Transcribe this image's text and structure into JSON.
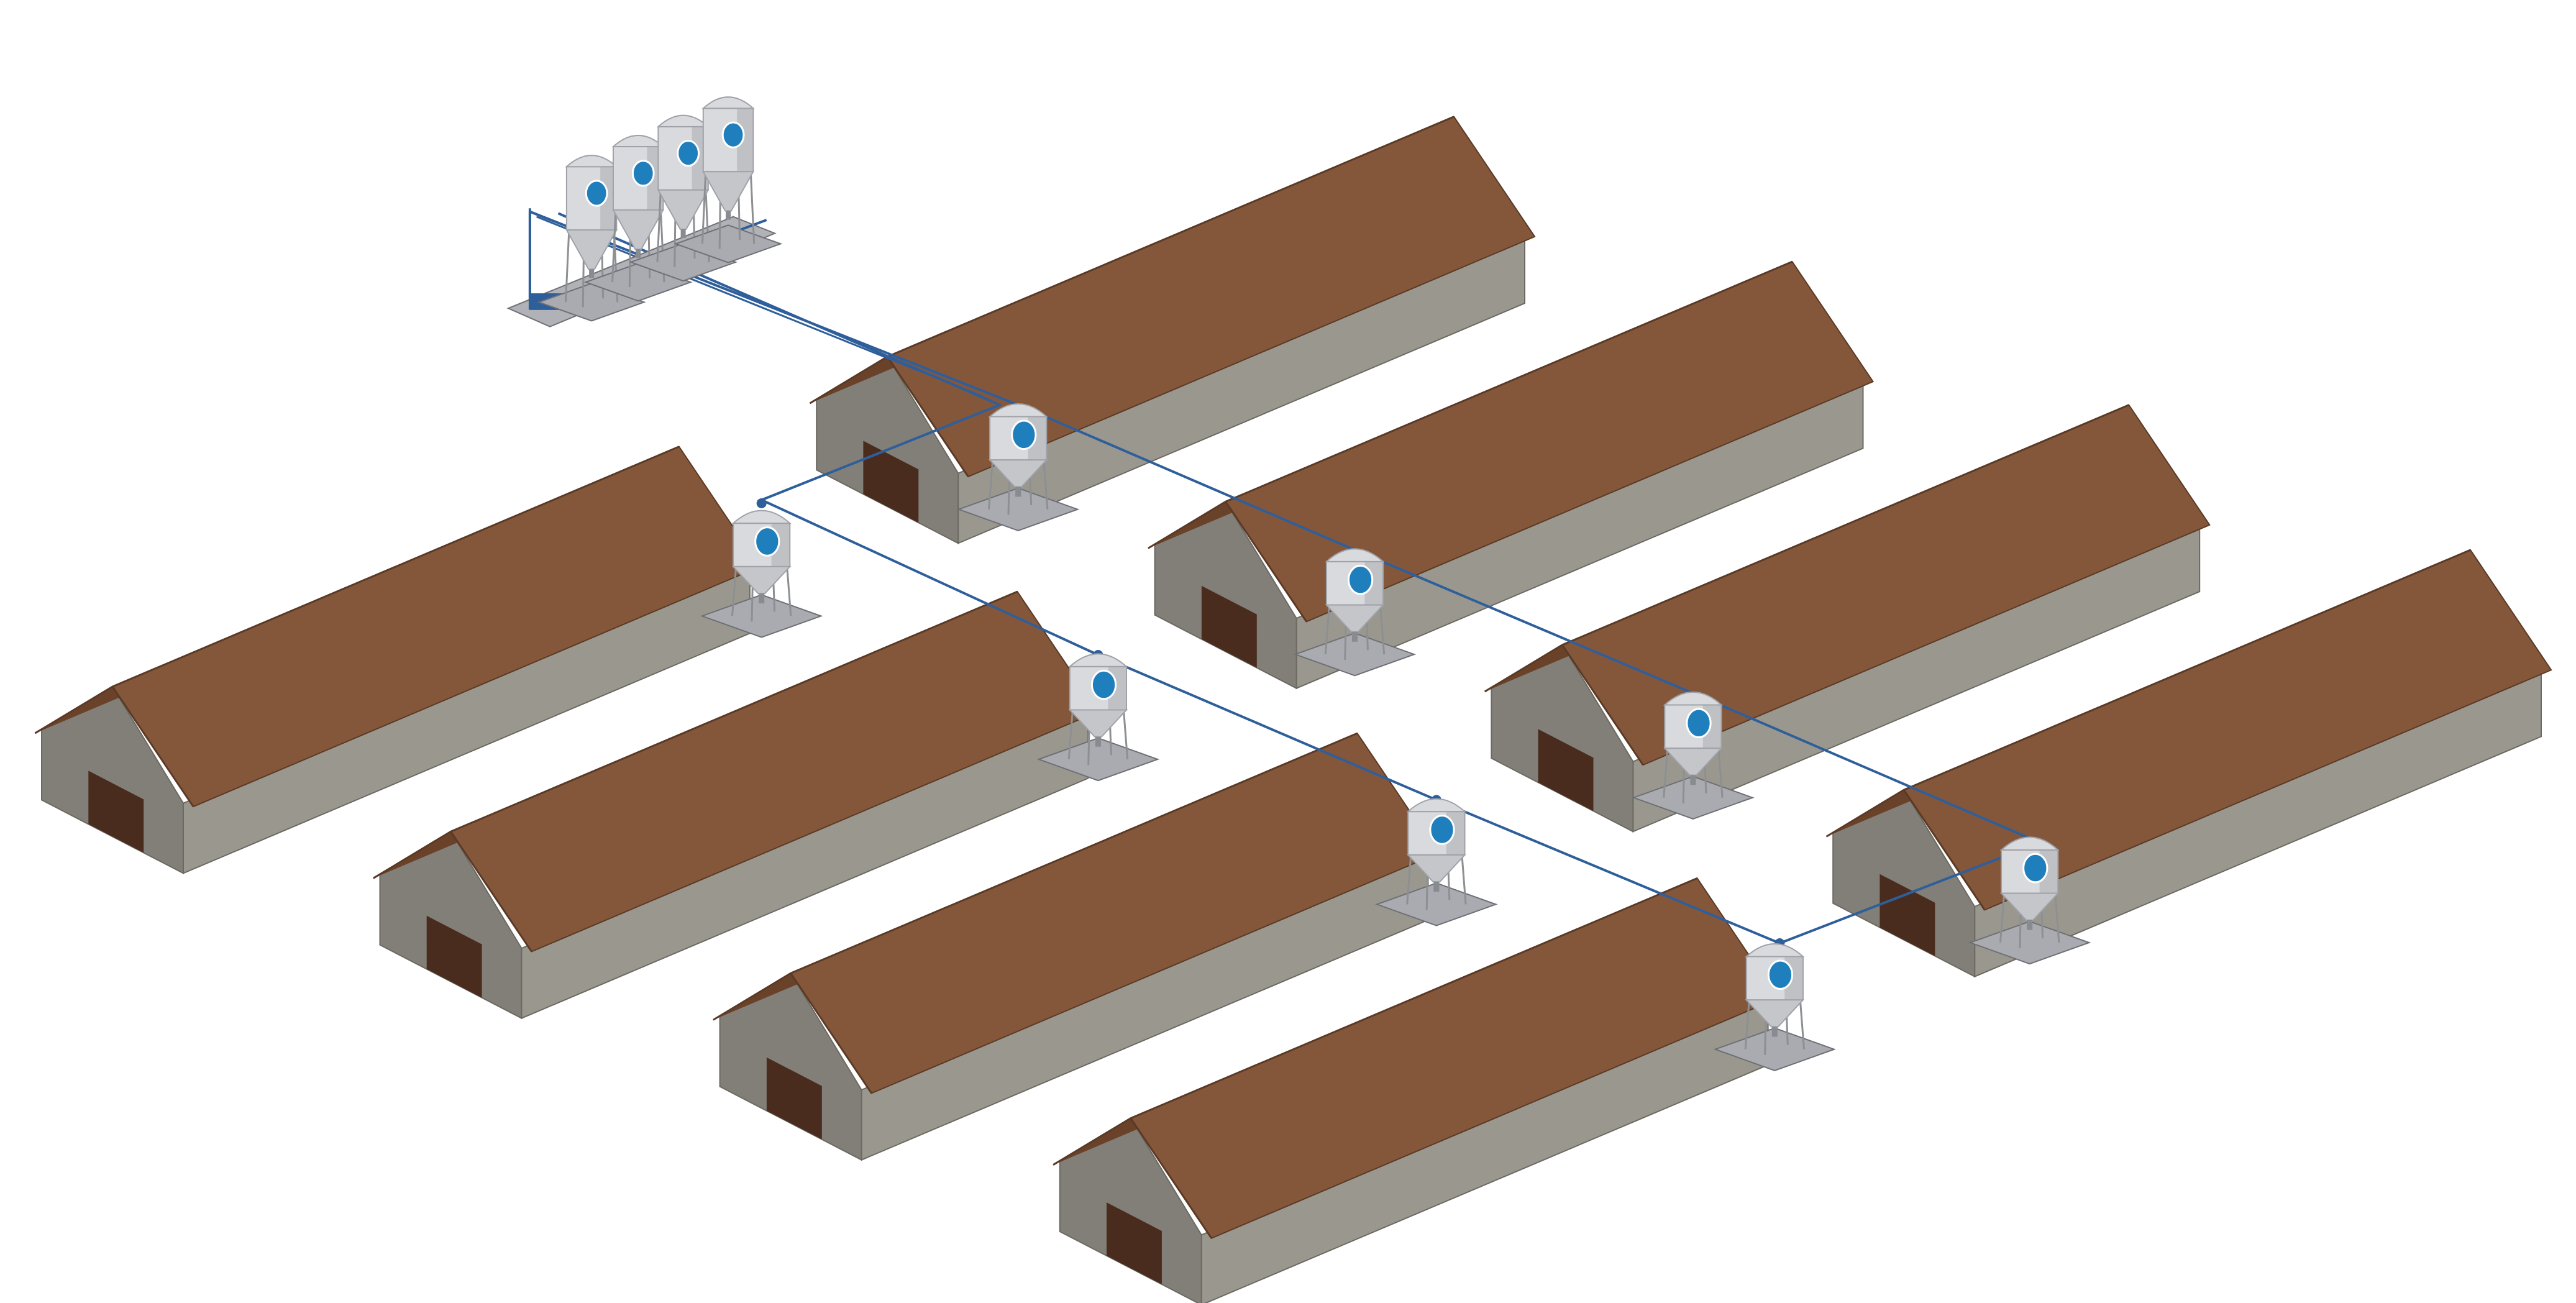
{
  "colors": {
    "background": "#ffffff",
    "roof_front": "#85573a",
    "roof_back": "#6a4229",
    "roof_ridge": "#5a3a26",
    "wall_side": "#9a988e",
    "wall_gable": "#817f77",
    "wall_trim": "#6b6962",
    "door": "#4a2c1f",
    "silo_body": "#d9dadd",
    "silo_shade": "#9fa2a8",
    "silo_legs": "#8d8f93",
    "silo_pad": "#a9abb0",
    "silo_badge": "#1f7fbd",
    "pipe": "#2f5f9b",
    "plant_frame": "#2f5f9b"
  },
  "scene": {
    "icon": "poultry-farm-feed-distribution-icon",
    "barn_count": 8,
    "barn_silo_count": 8,
    "central_storage_silo_count": 4
  }
}
